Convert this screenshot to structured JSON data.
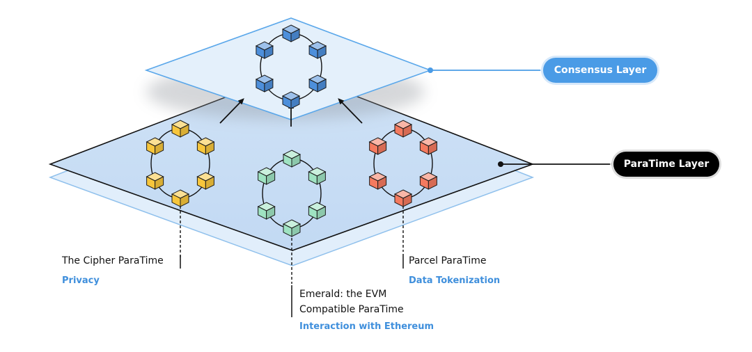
{
  "layers": {
    "consensus": {
      "label": "Consensus Layer"
    },
    "paratime": {
      "label": "ParaTime Layer"
    }
  },
  "paratimes": [
    {
      "name": "The Cipher ParaTime",
      "tagline": "Privacy",
      "color": "#f7c63c"
    },
    {
      "name_lines": [
        "Emerald: the EVM",
        "Compatible ParaTime"
      ],
      "tagline": "Interaction with Ethereum",
      "color": "#9fe3c2"
    },
    {
      "name": "Parcel ParaTime",
      "tagline": "Data Tokenization",
      "color": "#f47a5f"
    }
  ],
  "consensus_color": "#4d8fdb",
  "colors": {
    "consensus_plane": "#e4f0fb",
    "paratime_plane": "#c8def5",
    "accent_blue": "#4a9be6",
    "label_blue": "#3f8fdc"
  }
}
